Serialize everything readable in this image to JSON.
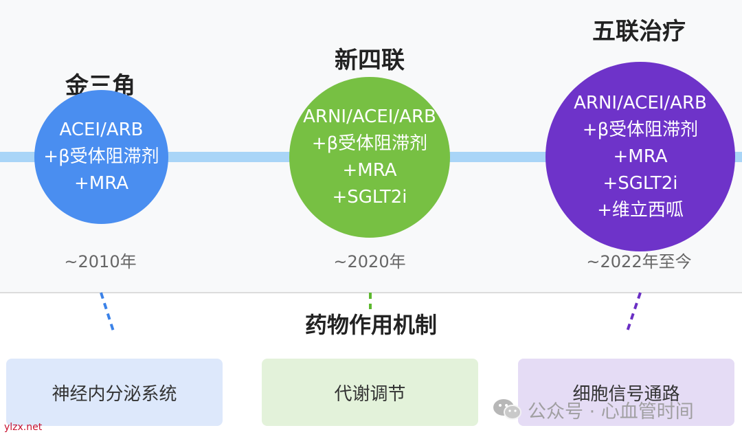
{
  "eras": [
    {
      "title": "金三角",
      "color": "#4a8ef0",
      "lines": [
        "ACEI/ARB",
        "+β受体阻滞剂",
        "+MRA"
      ],
      "date": "~2010年",
      "connector_color": "#3b82e8"
    },
    {
      "title": "新四联",
      "color": "#77c043",
      "lines": [
        "ARNI/ACEI/ARB",
        "+β受体阻滞剂",
        "+MRA",
        "+SGLT2i"
      ],
      "date": "~2020年",
      "connector_color": "#5cb82e"
    },
    {
      "title": "五联治疗",
      "color": "#6e33c9",
      "lines": [
        "ARNI/ACEI/ARB",
        "+β受体阻滞剂",
        "+MRA",
        "+SGLT2i",
        "+维立西呱"
      ],
      "date": "~2022年至今",
      "connector_color": "#6a2fc4"
    }
  ],
  "mechanism": {
    "title": "药物作用机制",
    "boxes": [
      {
        "label": "神经内分泌系统",
        "color": "#dde8fb"
      },
      {
        "label": "代谢调节",
        "color": "#e3f2da"
      },
      {
        "label": "细胞信号通路",
        "color": "#e5dcf5"
      }
    ]
  },
  "watermark": {
    "text": "公众号 · 心血管时间",
    "icon": "wechat-icon"
  },
  "site_label": "ylzx.net",
  "colors": {
    "timeline": "#a9d5f7",
    "panel_background": "#f8f9fa"
  }
}
